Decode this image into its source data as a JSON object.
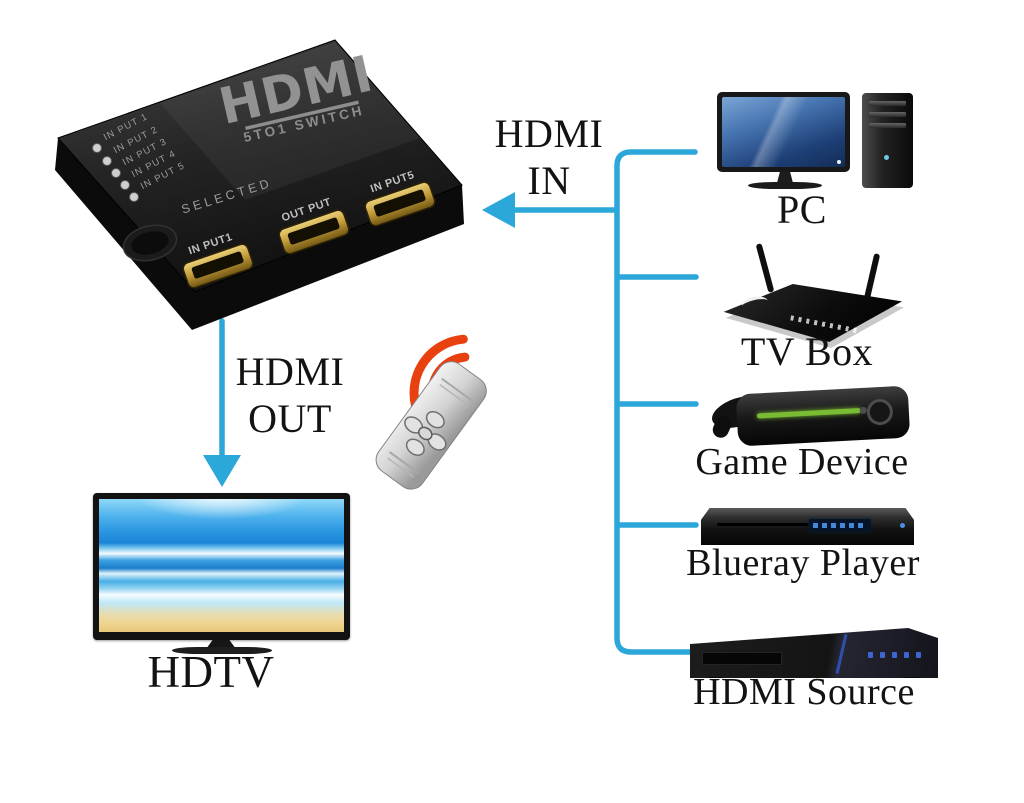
{
  "theme": {
    "accent_color": "#2BA7D9",
    "signal_color": "#E8400F"
  },
  "switch": {
    "brand": "HDMI",
    "model": "5TO1 SWITCH",
    "leds": [
      "IN PUT 1",
      "IN PUT 2",
      "IN PUT 3",
      "IN PUT 4",
      "IN PUT 5"
    ],
    "selected_label": "SELECTED",
    "ports": [
      "IN PUT1",
      "OUT PUT",
      "IN PUT5"
    ]
  },
  "labels": {
    "hdmi_in": [
      "HDMI",
      "IN"
    ],
    "hdmi_out": [
      "HDMI",
      "OUT"
    ],
    "hdtv": "HDTV"
  },
  "sources": [
    {
      "name": "PC"
    },
    {
      "name": "TV Box"
    },
    {
      "name": "Game Device"
    },
    {
      "name": "Blueray Player"
    },
    {
      "name": "HDMI Source"
    }
  ]
}
